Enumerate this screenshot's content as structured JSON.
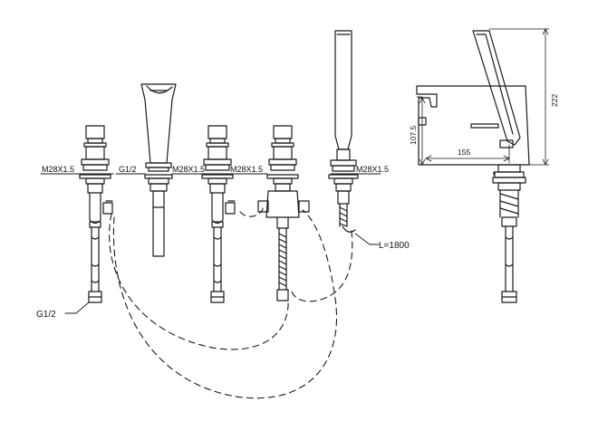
{
  "labels": {
    "thread_1": "M28X1.5",
    "thread_2": "G1/2",
    "thread_3": "M28X1.5",
    "thread_4": "M28X1.5",
    "thread_5": "M28X1.5",
    "hose_length": "L=1800",
    "hose_connector": "G1/2"
  },
  "dimensions": {
    "height_total": "222",
    "height_spout": "107.5",
    "reach": "155"
  },
  "colors": {
    "line": "#1a1a1a",
    "background": "#ffffff"
  }
}
